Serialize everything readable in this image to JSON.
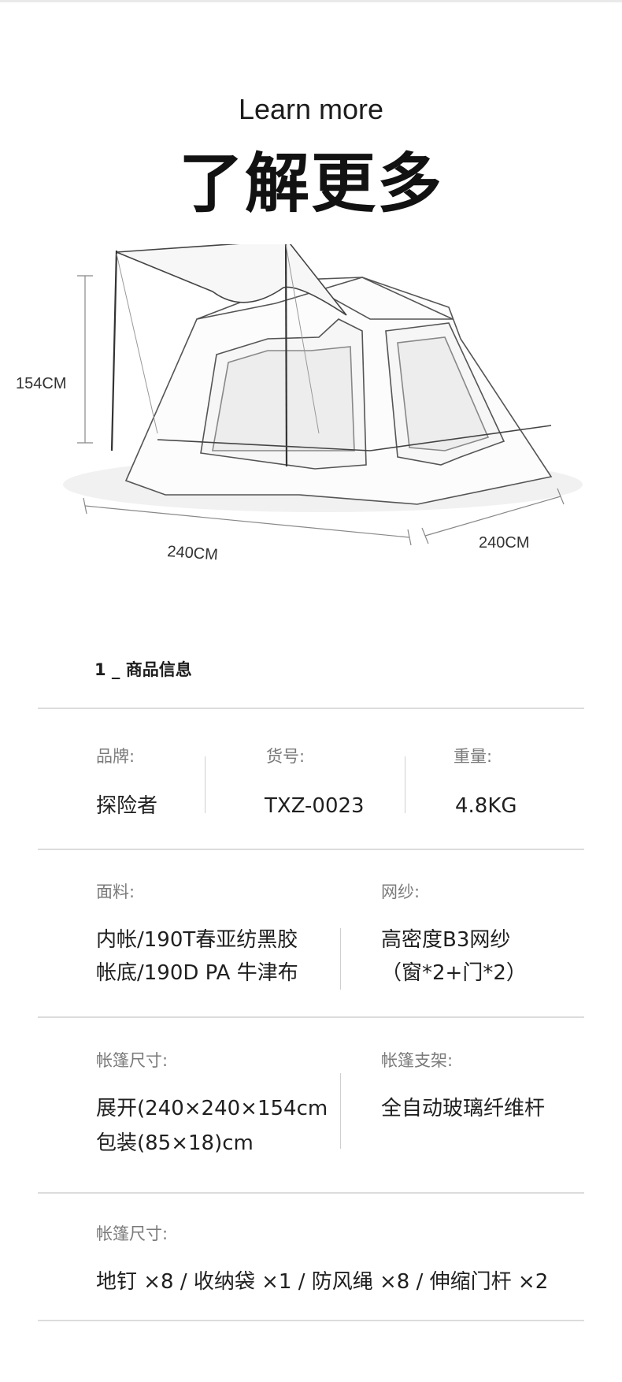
{
  "header": {
    "title_en": "Learn more",
    "title_zh": "了解更多"
  },
  "diagram": {
    "height_label": "154CM",
    "width_label": "240CM",
    "depth_label": "240CM"
  },
  "section": {
    "title": "1 _ 商品信息"
  },
  "row1": {
    "brand_label": "品牌:",
    "brand_value": "探险者",
    "sku_label": "货号:",
    "sku_value": "TXZ-0023",
    "weight_label": "重量:",
    "weight_value": "4.8KG"
  },
  "row2": {
    "fabric_label": "面料:",
    "fabric_line1": "内帐/190T春亚纺黑胶",
    "fabric_line2": "帐底/190D PA 牛津布",
    "mesh_label": "网纱:",
    "mesh_line1": "高密度B3网纱",
    "mesh_line2": "（窗*2+门*2）"
  },
  "row3": {
    "size_label": "帐篷尺寸:",
    "size_line1": "展开(240×240×154cm",
    "size_line2": "包装(85×18)cm",
    "frame_label": "帐篷支架:",
    "frame_value": "全自动玻璃纤维杆"
  },
  "row4": {
    "acc_label": "帐篷尺寸:",
    "acc_value": "地钉 ×8 / 收纳袋 ×1 / 防风绳 ×8 / 伸缩门杆 ×2"
  }
}
